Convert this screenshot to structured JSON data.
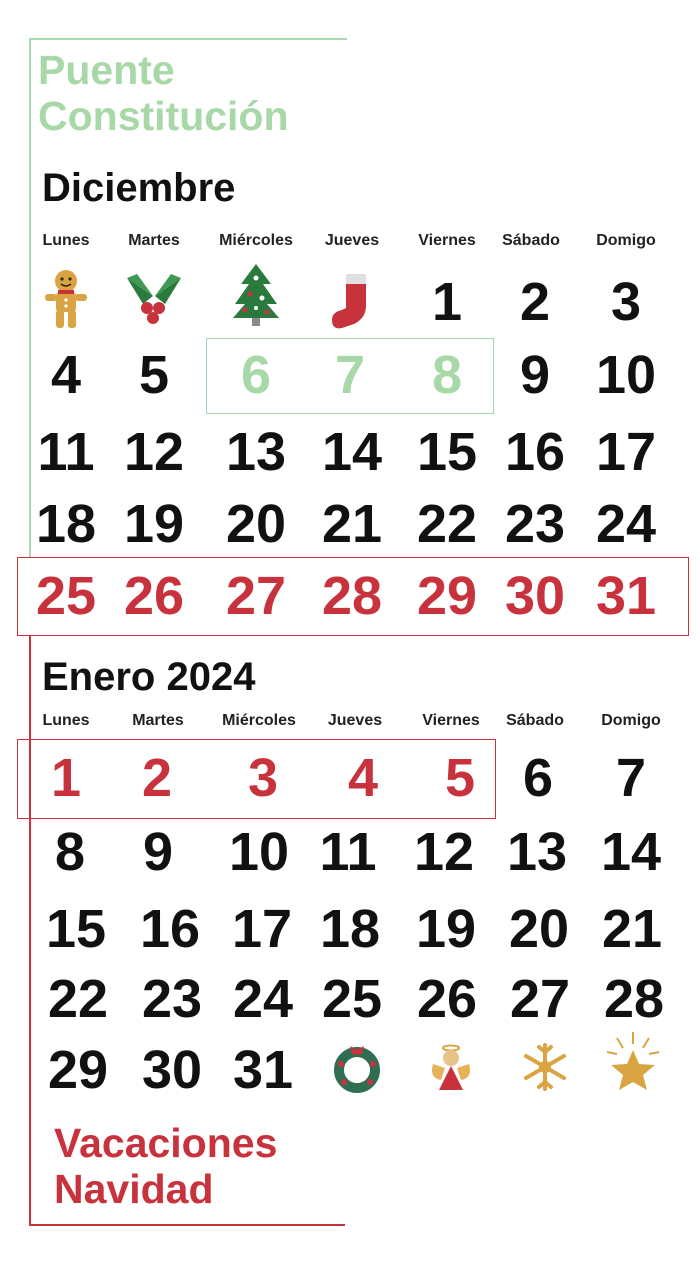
{
  "header": {
    "title_line1": "Puente",
    "title_line2": "Constitución"
  },
  "weekdays": [
    "Lunes",
    "Martes",
    "Miércoles",
    "Jueves",
    "Viernes",
    "Sábado",
    "Domigo"
  ],
  "december": {
    "title": "Diciembre",
    "row1_icons": [
      "gingerbread-icon",
      "holly-icon",
      "christmas-tree-icon",
      "stocking-icon"
    ],
    "row1_days": [
      "1",
      "2",
      "3"
    ],
    "weeks": [
      [
        "4",
        "5",
        "6",
        "7",
        "8",
        "9",
        "10"
      ],
      [
        "11",
        "12",
        "13",
        "14",
        "15",
        "16",
        "17"
      ],
      [
        "18",
        "19",
        "20",
        "21",
        "22",
        "23",
        "24"
      ],
      [
        "25",
        "26",
        "27",
        "28",
        "29",
        "30",
        "31"
      ]
    ]
  },
  "january": {
    "title": "Enero 2024",
    "weeks": [
      [
        "1",
        "2",
        "3",
        "4",
        "5",
        "6",
        "7"
      ],
      [
        "8",
        "9",
        "10",
        "11",
        "12",
        "13",
        "14"
      ],
      [
        "15",
        "16",
        "17",
        "18",
        "19",
        "20",
        "21"
      ],
      [
        "22",
        "23",
        "24",
        "25",
        "26",
        "27",
        "28"
      ]
    ],
    "last_row_days": [
      "29",
      "30",
      "31"
    ],
    "last_row_icons": [
      "wreath-icon",
      "angel-icon",
      "snowflake-icon",
      "star-icon"
    ]
  },
  "footer": {
    "line1": "Vacaciones",
    "line2": "Navidad"
  },
  "colors": {
    "green": "#a8d8a8",
    "red": "#c8323c",
    "text": "#111111"
  }
}
